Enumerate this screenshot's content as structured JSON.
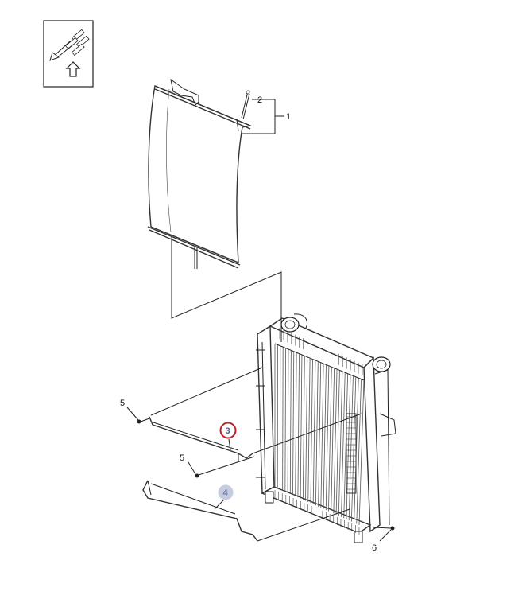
{
  "icon": {
    "name": "replacement-direction-icon"
  },
  "callouts": [
    {
      "id": "1",
      "label": "1"
    },
    {
      "id": "2",
      "label": "2"
    },
    {
      "id": "3",
      "label": "3",
      "highlight": "selected",
      "ring_color": "#c0202a"
    },
    {
      "id": "4",
      "label": "4",
      "highlight": "hover",
      "fill_color": "#c5cce0"
    },
    {
      "id": "5a",
      "label": "5"
    },
    {
      "id": "5b",
      "label": "5"
    },
    {
      "id": "6",
      "label": "6"
    }
  ],
  "colors": {
    "line": "#222222",
    "background": "#ffffff",
    "selected_ring": "#c0202a",
    "hover_fill": "#c5cce0",
    "hover_text": "#6a7aa8"
  }
}
